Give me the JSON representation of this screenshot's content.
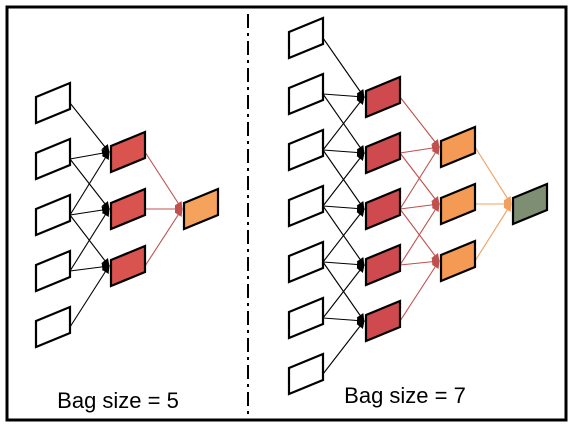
{
  "left_panel": {
    "caption": "Bag size = 5",
    "layers": [
      {
        "role": "input",
        "count": 5,
        "color": "#ffffff"
      },
      {
        "role": "hidden",
        "count": 3,
        "color": "#d9534f"
      },
      {
        "role": "output",
        "count": 1,
        "color": "#f5a25d"
      }
    ]
  },
  "right_panel": {
    "caption": "Bag size = 7",
    "layers": [
      {
        "role": "input",
        "count": 7,
        "color": "#ffffff"
      },
      {
        "role": "hidden",
        "count": 5,
        "color": "#cf4a4f"
      },
      {
        "role": "hidden",
        "count": 3,
        "color": "#f59a55"
      },
      {
        "role": "output",
        "count": 1,
        "color": "#7d8e72"
      }
    ]
  },
  "colors": {
    "border": "#000000",
    "divider": "#000000",
    "arrow_to_hidden1": "#000000",
    "arrow_to_hidden2": "#c0504d",
    "arrow_to_output": "#f0a060"
  }
}
